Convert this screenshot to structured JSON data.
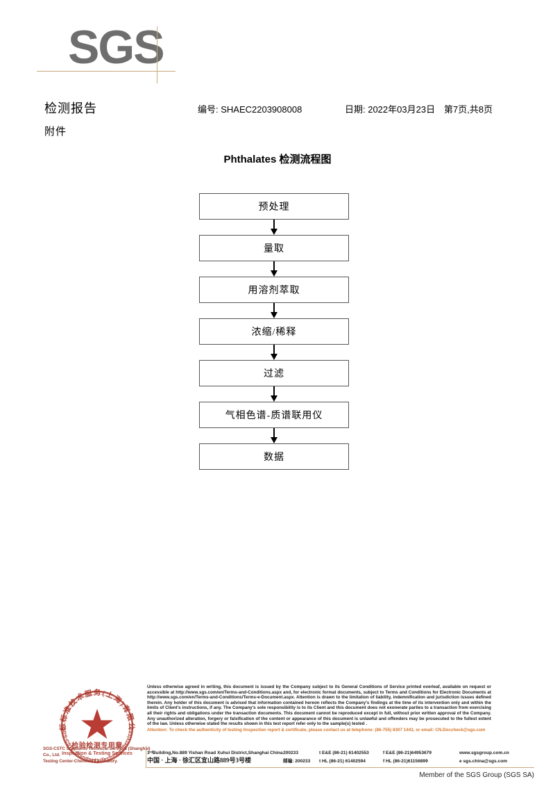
{
  "logo": {
    "text": "SGS",
    "rule_color": "#c8a87e",
    "text_color": "#6e6e6e"
  },
  "header": {
    "title": "检测报告",
    "attachment_label": "附件",
    "report_no": "编号: SHAEC2203908008",
    "date": "日期: 2022年03月23日",
    "page": "第7页,共8页"
  },
  "flowchart": {
    "title": "Phthalates 检测流程图",
    "steps": [
      {
        "label": "预处理"
      },
      {
        "label": "量取"
      },
      {
        "label": "用溶剂萃取"
      },
      {
        "label": "浓缩/稀释"
      },
      {
        "label": "过滤"
      },
      {
        "label": "气相色谱-质谱联用仪"
      },
      {
        "label": "数据"
      }
    ]
  },
  "seal": {
    "outer_text_cn": "中标标准技术服务(上海)有限公司",
    "center_text_cn": "检验检测专用章",
    "center_text_en": "Inspection & Testing Services",
    "arc_text_en": "SGS-CSTC Standards Technical Services",
    "subtitle_line1": "SGS-CSTC Standards Technical Services (Shanghai) Co., Ltd.",
    "subtitle_line2": "Testing Center-Chemical Laboratory.",
    "color": "#a93226"
  },
  "footer": {
    "legal_text": "Unless otherwise agreed in writing, this document is issued by the Company subject to its General Conditions of Service printed overleaf, available on request or accessible at http://www.sgs.com/en/Terms-and-Conditions.aspx and, for electronic format documents, subject to Terms and Conditions for Electronic Documents at http://www.sgs.com/en/Terms-and-Conditions/Terms-e-Document.aspx. Attention is drawn to the limitation of liability, indemnification and jurisdiction issues defined therein. Any holder of this document is advised that information contained hereon reflects the Company's findings at the time of its intervention only and within the limits of Client's instructions, if any. The Company's sole responsibility is to its Client and this document does not exonerate parties to a transaction from exercising all their rights and obligations under the transaction documents. This document cannot be reproduced except in full, without prior written approval of the Company. Any unauthorized alteration, forgery or falsification of the content or appearance of this document is unlawful and offenders may be prosecuted to the fullest extent of the law. Unless otherwise stated the results shown in this test report refer only to the sample(s) tested .",
    "attention_text": "Attention: To check the authenticity of testing /inspection report & certificate, please contact us at telephone: (86-755) 8307 1443, or email: CN.Doccheck@sgs.com",
    "attention_color": "#d4772e",
    "address_en": "3ʳᵈBuilding,No.889 Yishan Road Xuhui District,Shanghai China",
    "address_cn": "中国 · 上海 · 徐汇区宜山路889号3号楼",
    "postcode_en": "200233",
    "postcode_cn_label": "邮编:",
    "postcode_cn": "200233",
    "tel_ee_1": "t E&E (86-21) 61402553",
    "tel_ee_2": "f E&E (86-21)64953679",
    "tel_hl_1": "t HL (86-21) 61402594",
    "tel_hl_2": "f HL (86-21)61156899",
    "website": "www.sgsgroup.com.cn",
    "email": "e  sgs.china@sgs.com",
    "member_line": "Member of the SGS Group (SGS SA)",
    "rule_color": "#c8a87e"
  }
}
